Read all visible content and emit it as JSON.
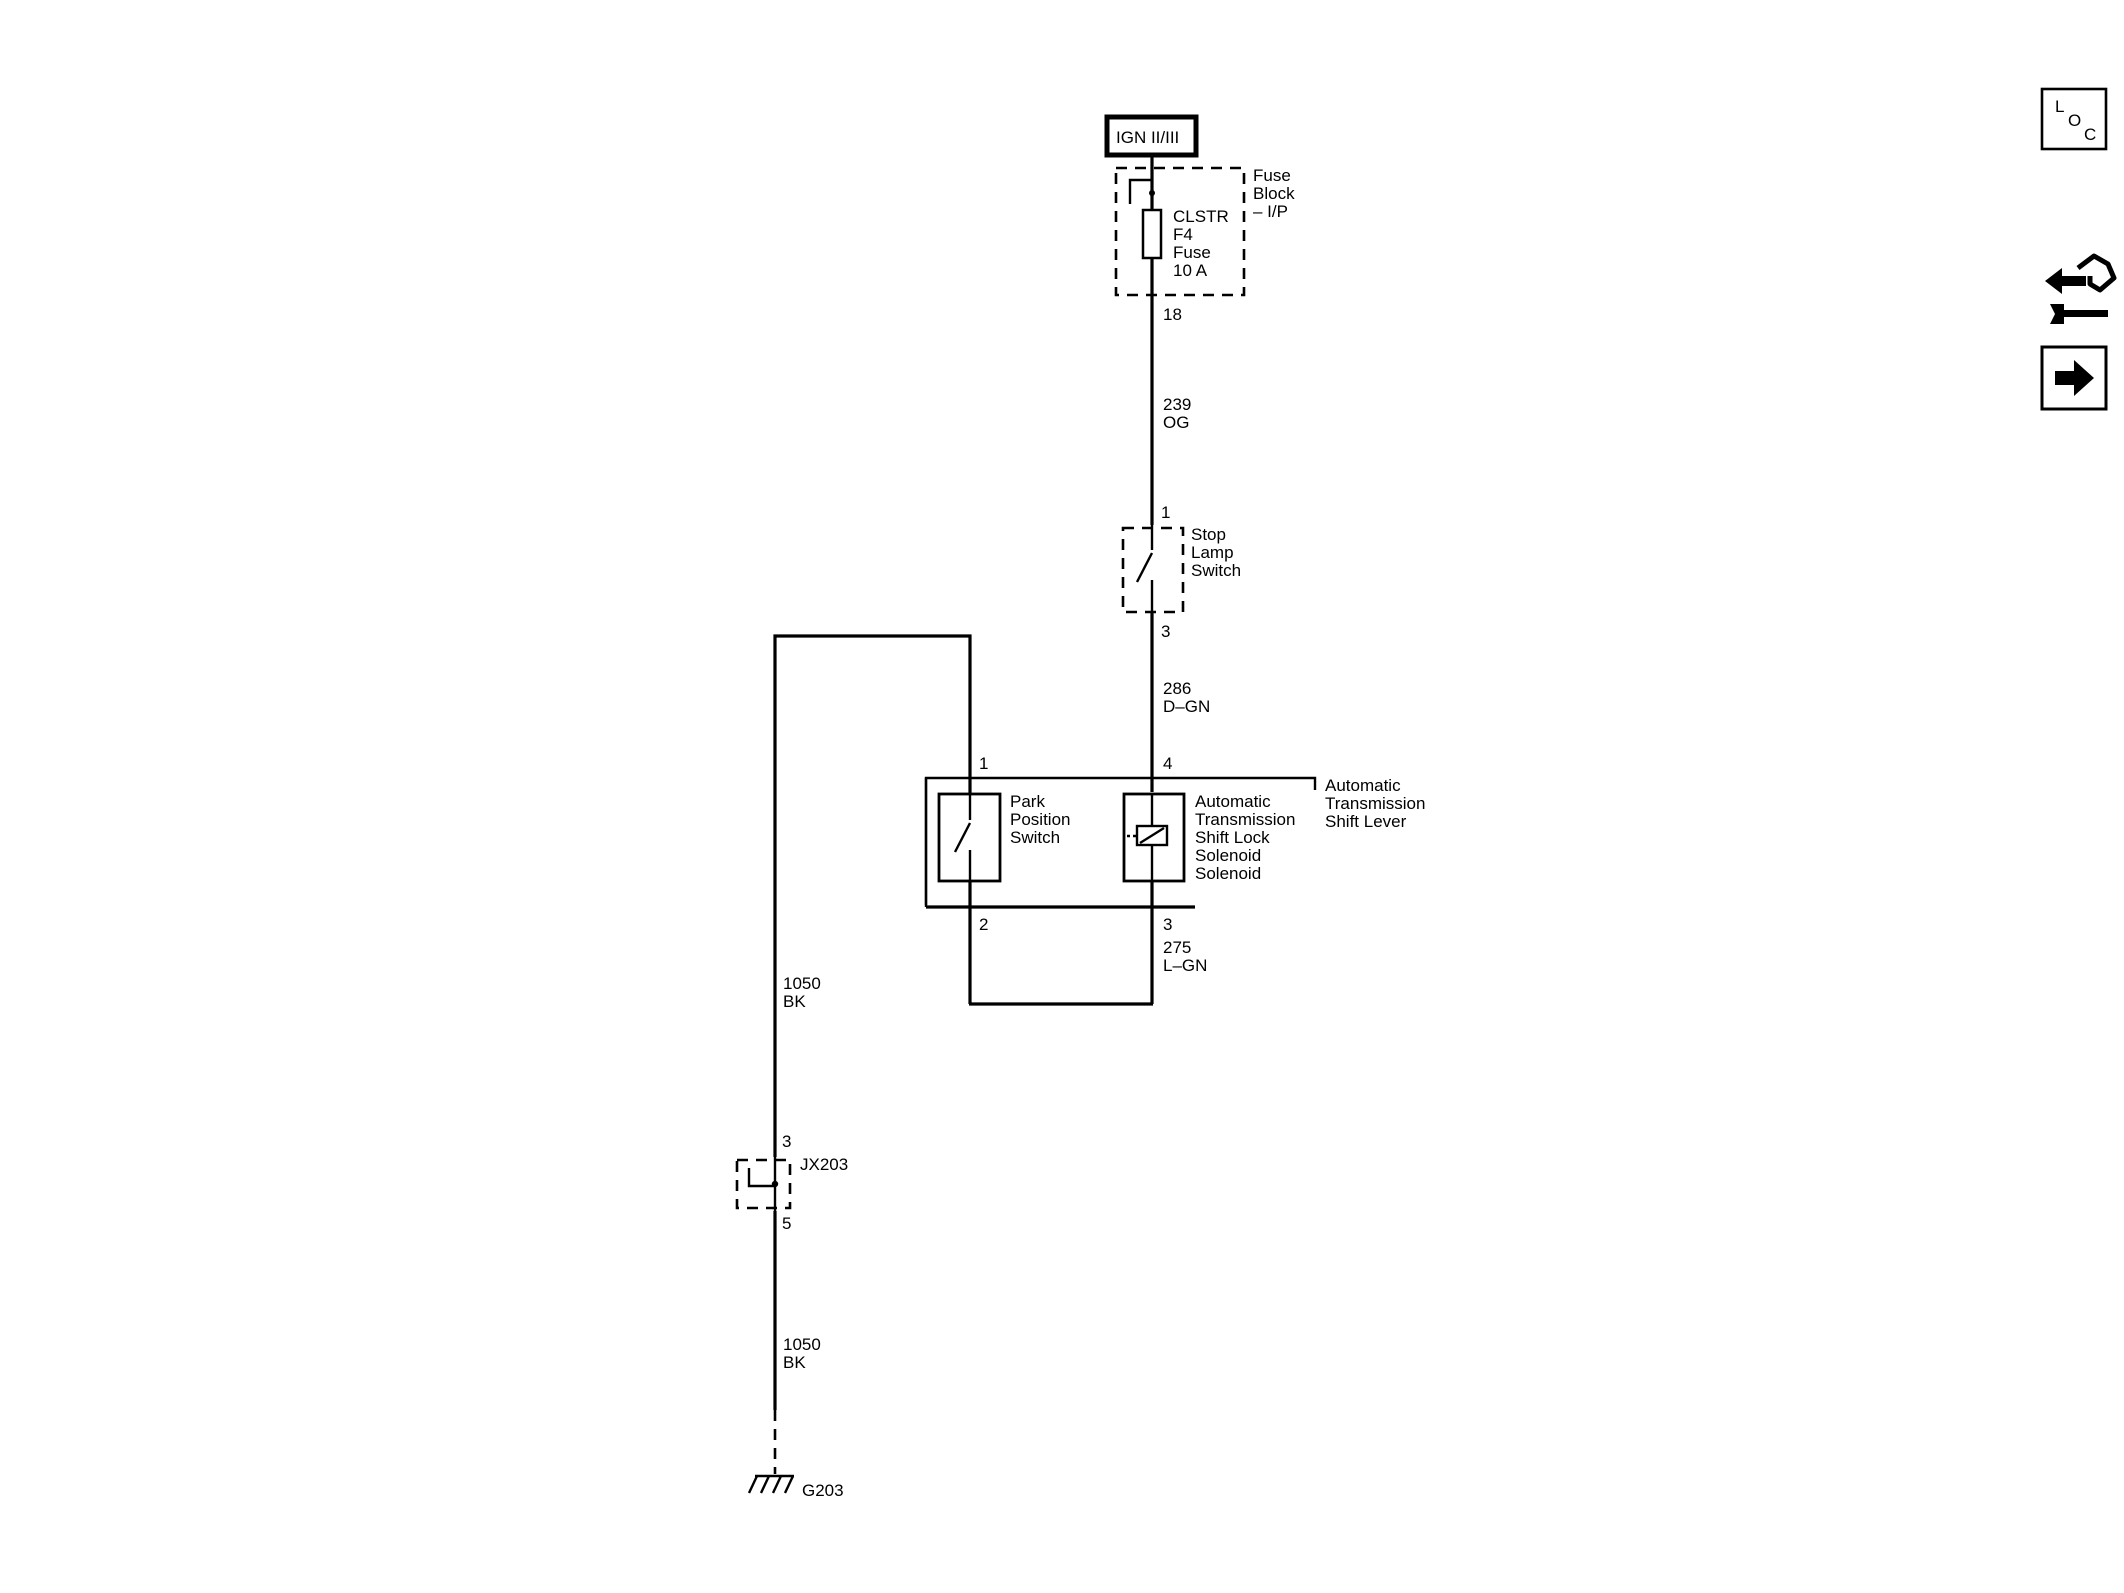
{
  "power_source": {
    "label": "IGN II/III"
  },
  "fuse_block": {
    "name": [
      "Fuse",
      "Block",
      "– I/P"
    ],
    "fuse_label": [
      "CLSTR",
      "F4",
      "Fuse",
      "10 A"
    ],
    "terminal_out": "18"
  },
  "wires": {
    "w239": {
      "circuit": "239",
      "color": "OG"
    },
    "w286": {
      "circuit": "286",
      "color": "D–GN"
    },
    "w275": {
      "circuit": "275",
      "color": "L–GN"
    },
    "w1050_upper": {
      "circuit": "1050",
      "color": "BK"
    },
    "w1050_lower": {
      "circuit": "1050",
      "color": "BK"
    }
  },
  "stop_lamp_switch": {
    "name": [
      "Stop",
      "Lamp",
      "Switch"
    ],
    "pin_top": "1",
    "pin_bottom": "3"
  },
  "shift_lever": {
    "name": [
      "Automatic",
      "Transmission",
      "Shift Lever"
    ],
    "park_switch": {
      "name": [
        "Park",
        "Position",
        "Switch"
      ],
      "pin_top": "1",
      "pin_bottom": "2"
    },
    "solenoid": {
      "name": [
        "Automatic",
        "Transmission",
        "Shift Lock",
        "Solenoid",
        "Solenoid"
      ],
      "pin_top": "4",
      "pin_bottom": "3"
    }
  },
  "splice": {
    "name": "JX203",
    "pin_top": "3",
    "pin_bottom": "5"
  },
  "ground": {
    "name": "G203"
  },
  "side_icons": {
    "loc": [
      "L",
      "O",
      "C"
    ],
    "tools_icon": "wrench-arrows-icon",
    "next_icon": "arrow-right-icon"
  }
}
